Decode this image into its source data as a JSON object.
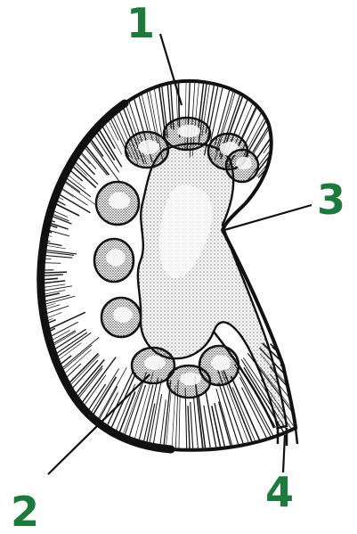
{
  "colors": {
    "label": "#1e7a3c",
    "ink": "#111111",
    "paper": "#ffffff",
    "pelvis_fill": "#f4f4f4"
  },
  "labels": [
    {
      "text": "1"
    },
    {
      "text": "2"
    },
    {
      "text": "3"
    },
    {
      "text": "4"
    }
  ]
}
